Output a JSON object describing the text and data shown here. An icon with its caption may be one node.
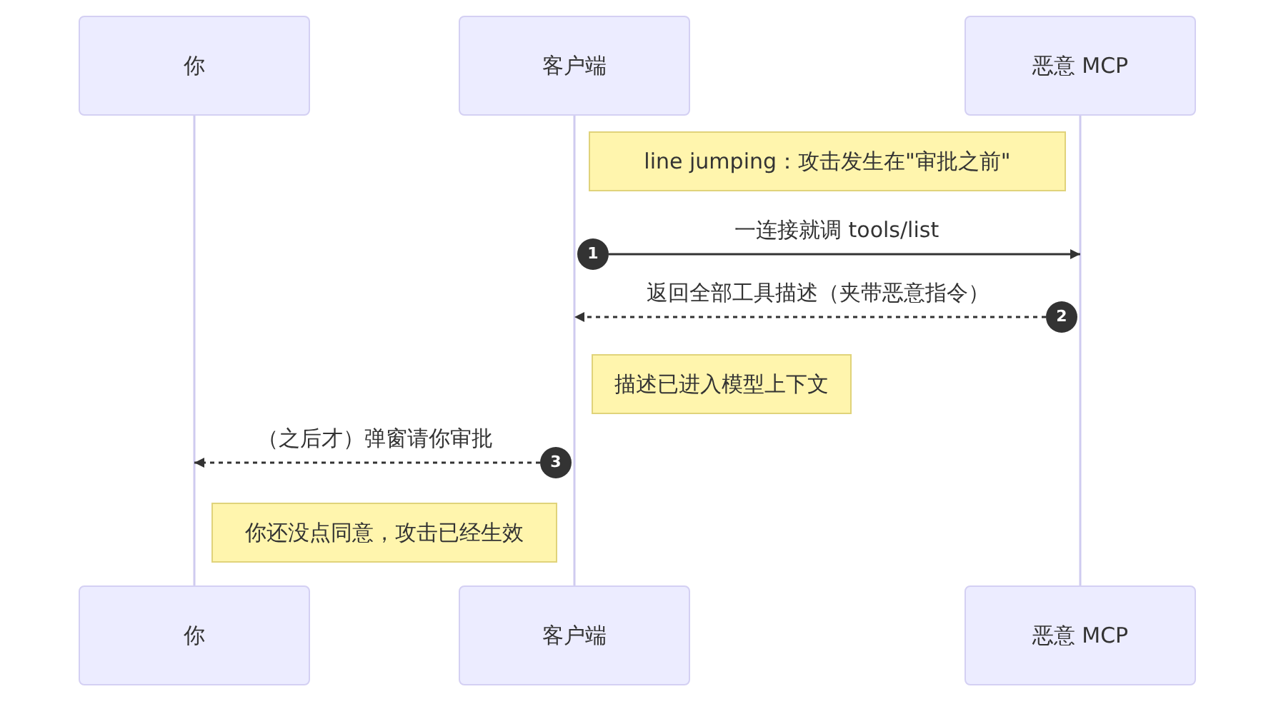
{
  "diagram": {
    "nodes": [
      {
        "text": [
          "你"
        ]
      },
      {
        "text": [
          "客户端"
        ]
      },
      {
        "text": [
          "恶意 MCP"
        ]
      },
      {
        "text": [
          "line jumping：攻击发生在\"审批之前\""
        ]
      },
      {
        "text": [
          "1"
        ]
      },
      {
        "text": [
          "2"
        ]
      },
      {
        "text": [
          "描述已进入模型上下文"
        ]
      },
      {
        "text": [
          "3"
        ]
      },
      {
        "text": [
          "你还没点同意，攻击已经生效"
        ]
      },
      {
        "text": [
          "你"
        ]
      },
      {
        "text": [
          "客户端"
        ]
      },
      {
        "text": [
          "恶意 MCP"
        ]
      }
    ],
    "edges": [
      {
        "from": 0,
        "to": 9,
        "arrow": "none",
        "color": "#cfcbf0"
      },
      {
        "from": 1,
        "to": 10,
        "arrow": "none",
        "color": "#cfcbf0"
      },
      {
        "from": 2,
        "to": 11,
        "arrow": "none",
        "color": "#cfcbf0"
      },
      {
        "from": 4,
        "to": null,
        "arrow": "to",
        "label": "一连接就调 tools/list",
        "color": "#333333"
      },
      {
        "from": 5,
        "to": null,
        "arrow": "to",
        "label": "返回全部工具描述（夹带恶意指令）",
        "style": "dashed",
        "color": "#333333"
      },
      {
        "from": 7,
        "to": null,
        "arrow": "to",
        "label": "（之后才）弹窗请你审批",
        "style": "dashed",
        "color": "#333333"
      }
    ]
  }
}
